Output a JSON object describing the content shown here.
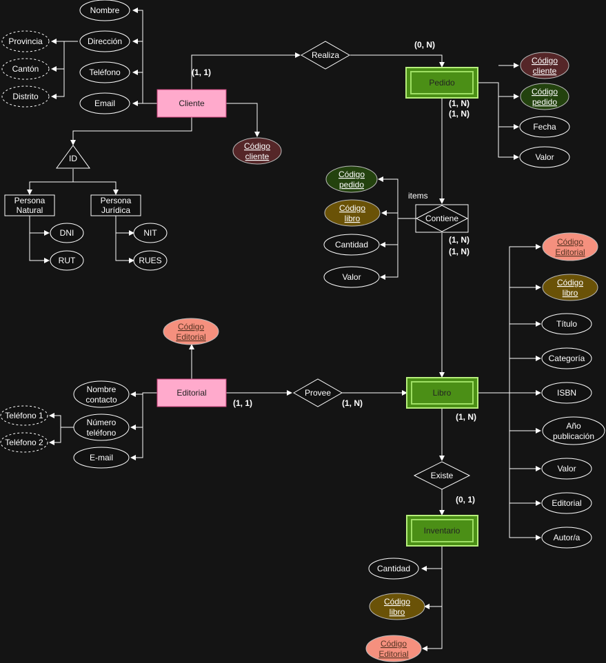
{
  "entities": {
    "cliente": "Cliente",
    "pedido": "Pedido",
    "libro": "Libro",
    "editorial": "Editorial",
    "inventario": "Inventario",
    "persona_natural": [
      "Persona",
      "Natural"
    ],
    "persona_juridica": [
      "Persona",
      "Jurídica"
    ]
  },
  "relationships": {
    "realiza": "Realiza",
    "contiene": "Contiene",
    "provee": "Provee",
    "existe": "Existe",
    "id": "ID"
  },
  "attributes": {
    "nombre": "Nombre",
    "direccion": "Dirección",
    "telefono": "Teléfono",
    "email": "Email",
    "provincia": "Provincia",
    "canton": "Cantón",
    "distrito": "Distrito",
    "codigo_cliente": [
      "Código",
      "cliente"
    ],
    "codigo_pedido": [
      "Código",
      "pedido"
    ],
    "codigo_libro": [
      "Código",
      "libro"
    ],
    "codigo_editorial": [
      "Código",
      "Editorial"
    ],
    "fecha": "Fecha",
    "valor": "Valor",
    "cantidad": "Cantidad",
    "dni": "DNI",
    "rut": "RUT",
    "nit": "NIT",
    "rues": "RUES",
    "titulo": "Título",
    "categoria": "Categoría",
    "isbn": "ISBN",
    "anio_publicacion": [
      "Año",
      "publicación"
    ],
    "editorial": "Editorial",
    "autor": "Autor/a",
    "nombre_contacto": [
      "Nombre",
      "contacto"
    ],
    "numero_telefono": [
      "Número",
      "teléfono"
    ],
    "e_mail": "E-mail",
    "telefono_1": "Teléfono 1",
    "telefono_2": "Teléfono 2"
  },
  "labels": {
    "items": "items",
    "card_cliente_realiza": "(1, 1)",
    "card_realiza_pedido": "(0, N)",
    "card_pedido_contiene_1": "(1, N)",
    "card_pedido_contiene_2": "(1, N)",
    "card_contiene_libro_1": "(1, N)",
    "card_contiene_libro_2": "(1, N)",
    "card_editorial_provee": "(1, 1)",
    "card_provee_libro": "(1, N)",
    "card_libro_existe": "(1, N)",
    "card_existe_inventario": "(0, 1)"
  }
}
